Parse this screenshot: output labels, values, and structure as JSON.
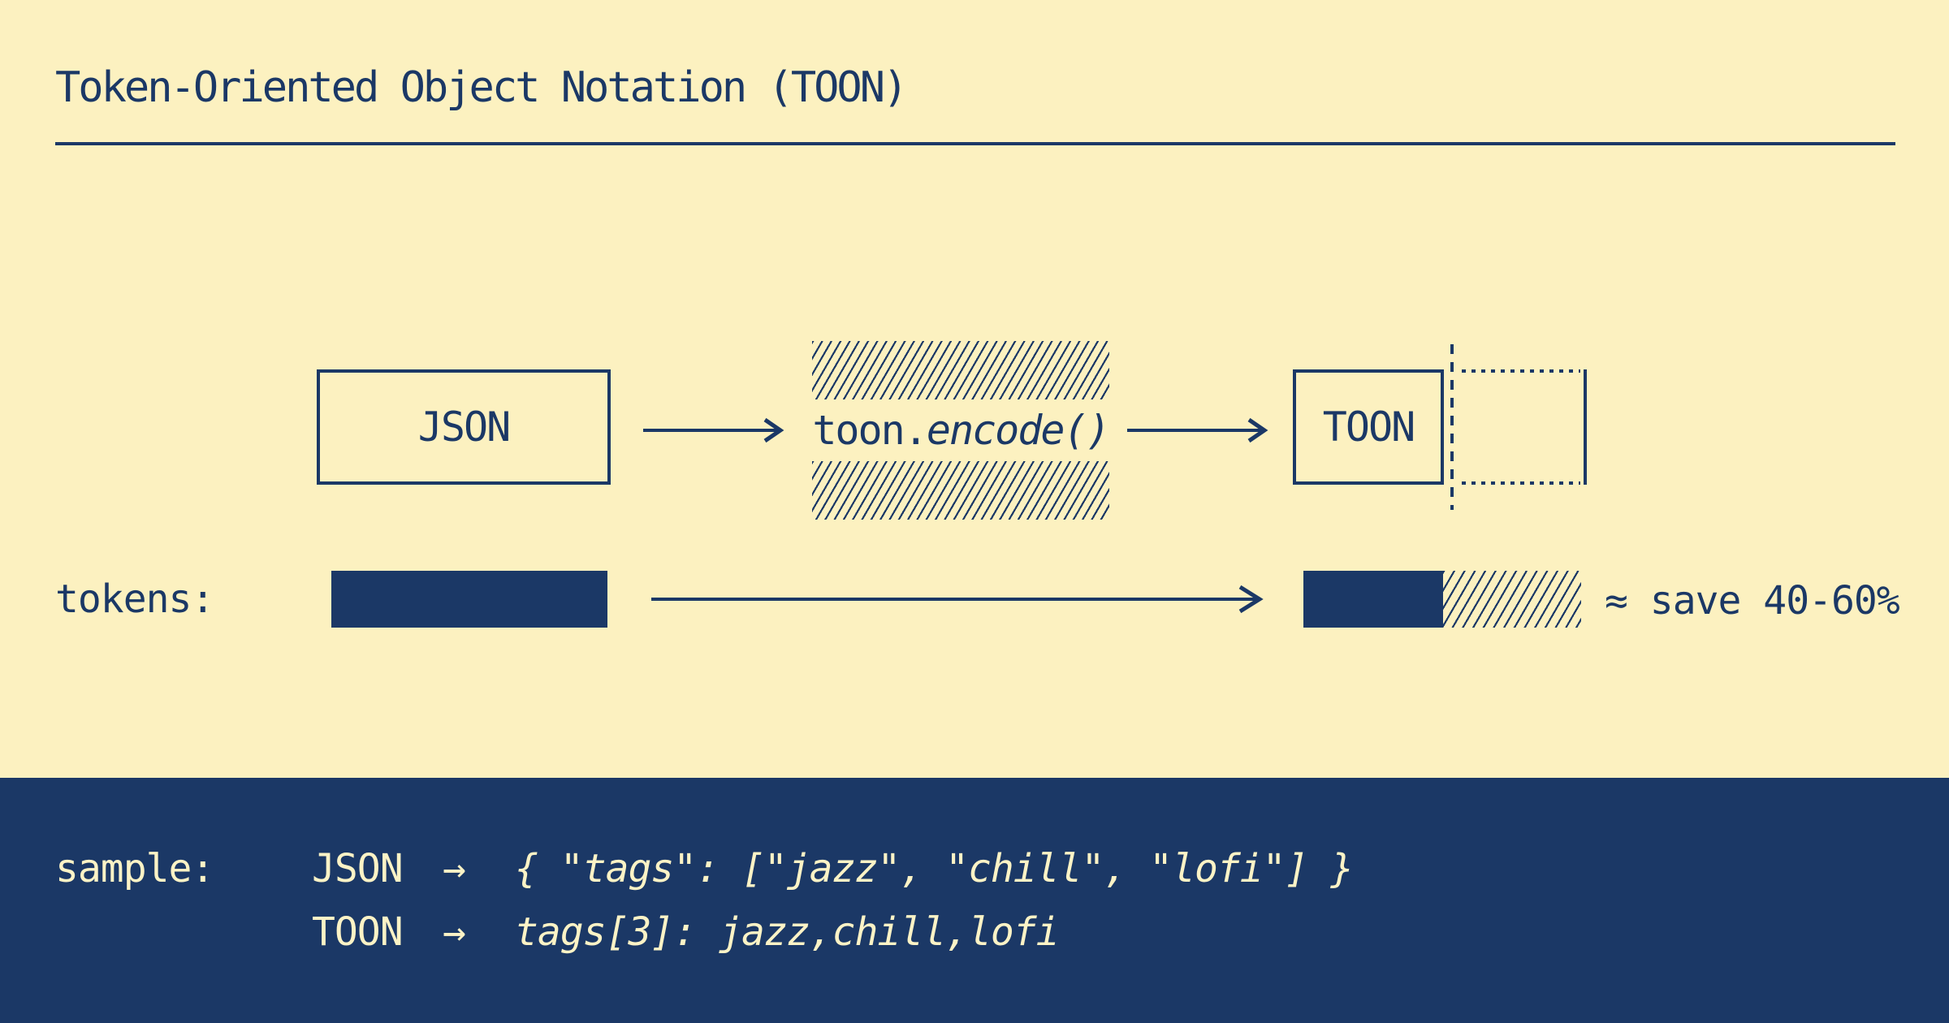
{
  "colors": {
    "navy": "#1b3866",
    "cream": "#fcf1c0",
    "text_on_navy": "#fcf3c6"
  },
  "header": {
    "title": "Token-Oriented Object Notation (TOON)"
  },
  "flow": {
    "input_label": "JSON",
    "encoder": {
      "prefix": "toon.",
      "call": "encode()"
    },
    "output_label": "TOON"
  },
  "tokens_row": {
    "label": "tokens:",
    "savings_note": "≈ save 40-60%"
  },
  "sample": {
    "label": "sample:",
    "rows": [
      {
        "format": "JSON",
        "arrow": "→",
        "code": "{ \"tags\": [\"jazz\", \"chill\", \"lofi\"] }"
      },
      {
        "format": "TOON",
        "arrow": "→",
        "code": "tags[3]: jazz,chill,lofi"
      }
    ]
  }
}
